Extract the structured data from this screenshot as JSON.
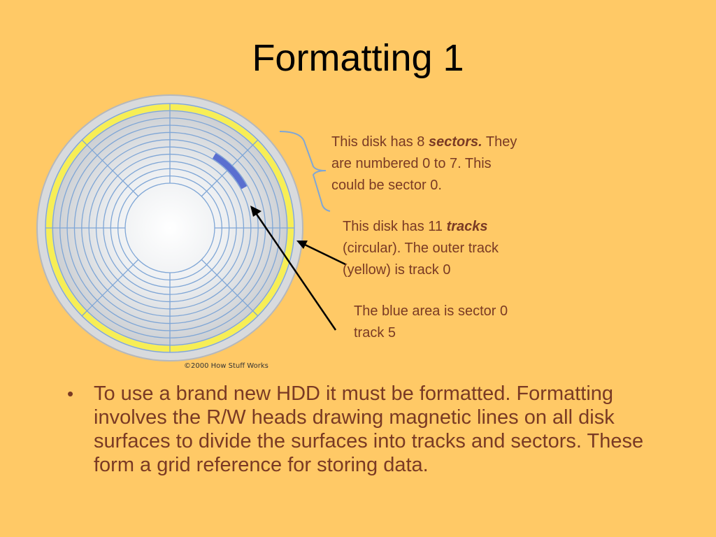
{
  "slide": {
    "title": "Formatting 1"
  },
  "diagram": {
    "sector_count": 8,
    "track_count": 11,
    "highlight": {
      "sector": 0,
      "track": 5
    },
    "credit": "©2000 How Stuff Works",
    "colors": {
      "background": "#FFC966",
      "outer_track": "#F7EE55",
      "highlight": "#5A6FD0",
      "grid_lines": "#7FA6D6",
      "text": "#7A3A24"
    }
  },
  "notes": {
    "sectors": {
      "pre": "This disk has 8 ",
      "em": "sectors.",
      "post": " They are numbered 0 to 7.  This could be sector 0."
    },
    "tracks": {
      "pre": "This disk has 11 ",
      "em": "tracks",
      "post": " (circular).  The outer track (yellow) is track 0"
    },
    "blue_area": {
      "line1": "The blue area is sector 0",
      "line2": "track 5"
    }
  },
  "bullets": [
    "To use a brand new HDD it must be formatted.  Formatting involves the R/W heads drawing magnetic lines on all disk surfaces to divide the surfaces into tracks and sectors.  These form a grid reference for storing data."
  ]
}
